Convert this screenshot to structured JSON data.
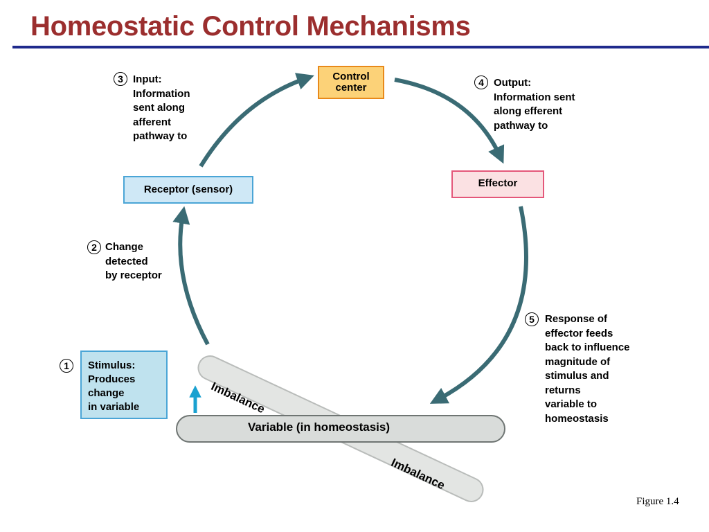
{
  "title": "Homeostatic Control Mechanisms",
  "boxes": {
    "control_center": "Control\ncenter",
    "receptor": "Receptor (sensor)",
    "effector": "Effector",
    "stimulus": "Stimulus:\nProduces\nchange\nin variable"
  },
  "steps": [
    {
      "number": "1"
    },
    {
      "number": "2",
      "text": "Change\ndetected\nby receptor"
    },
    {
      "number": "3",
      "text": "Input:\nInformation\nsent along\nafferent\npathway to"
    },
    {
      "number": "4",
      "text": "Output:\nInformation sent\nalong efferent\npathway to"
    },
    {
      "number": "5",
      "text": "Response of\neffector feeds\nback to influence\nmagnitude of\nstimulus and\nreturns\nvariable to\nhomeostasis"
    }
  ],
  "variable_label": "Variable (in homeostasis)",
  "imbalance_label": "Imbalance",
  "figure_label": "Figure 1.4",
  "colors": {
    "title": "#9b2e2e",
    "rule": "#1f2a8c",
    "arrow": "#3a6b74",
    "stimulus_arrow": "#1aa1d0",
    "control_fill": "#fcd278",
    "receptor_fill": "#cfe8f6",
    "effector_fill": "#fbe1e3",
    "stimulus_fill": "#bfe2ee",
    "bar_fill": "#d9dcda"
  }
}
